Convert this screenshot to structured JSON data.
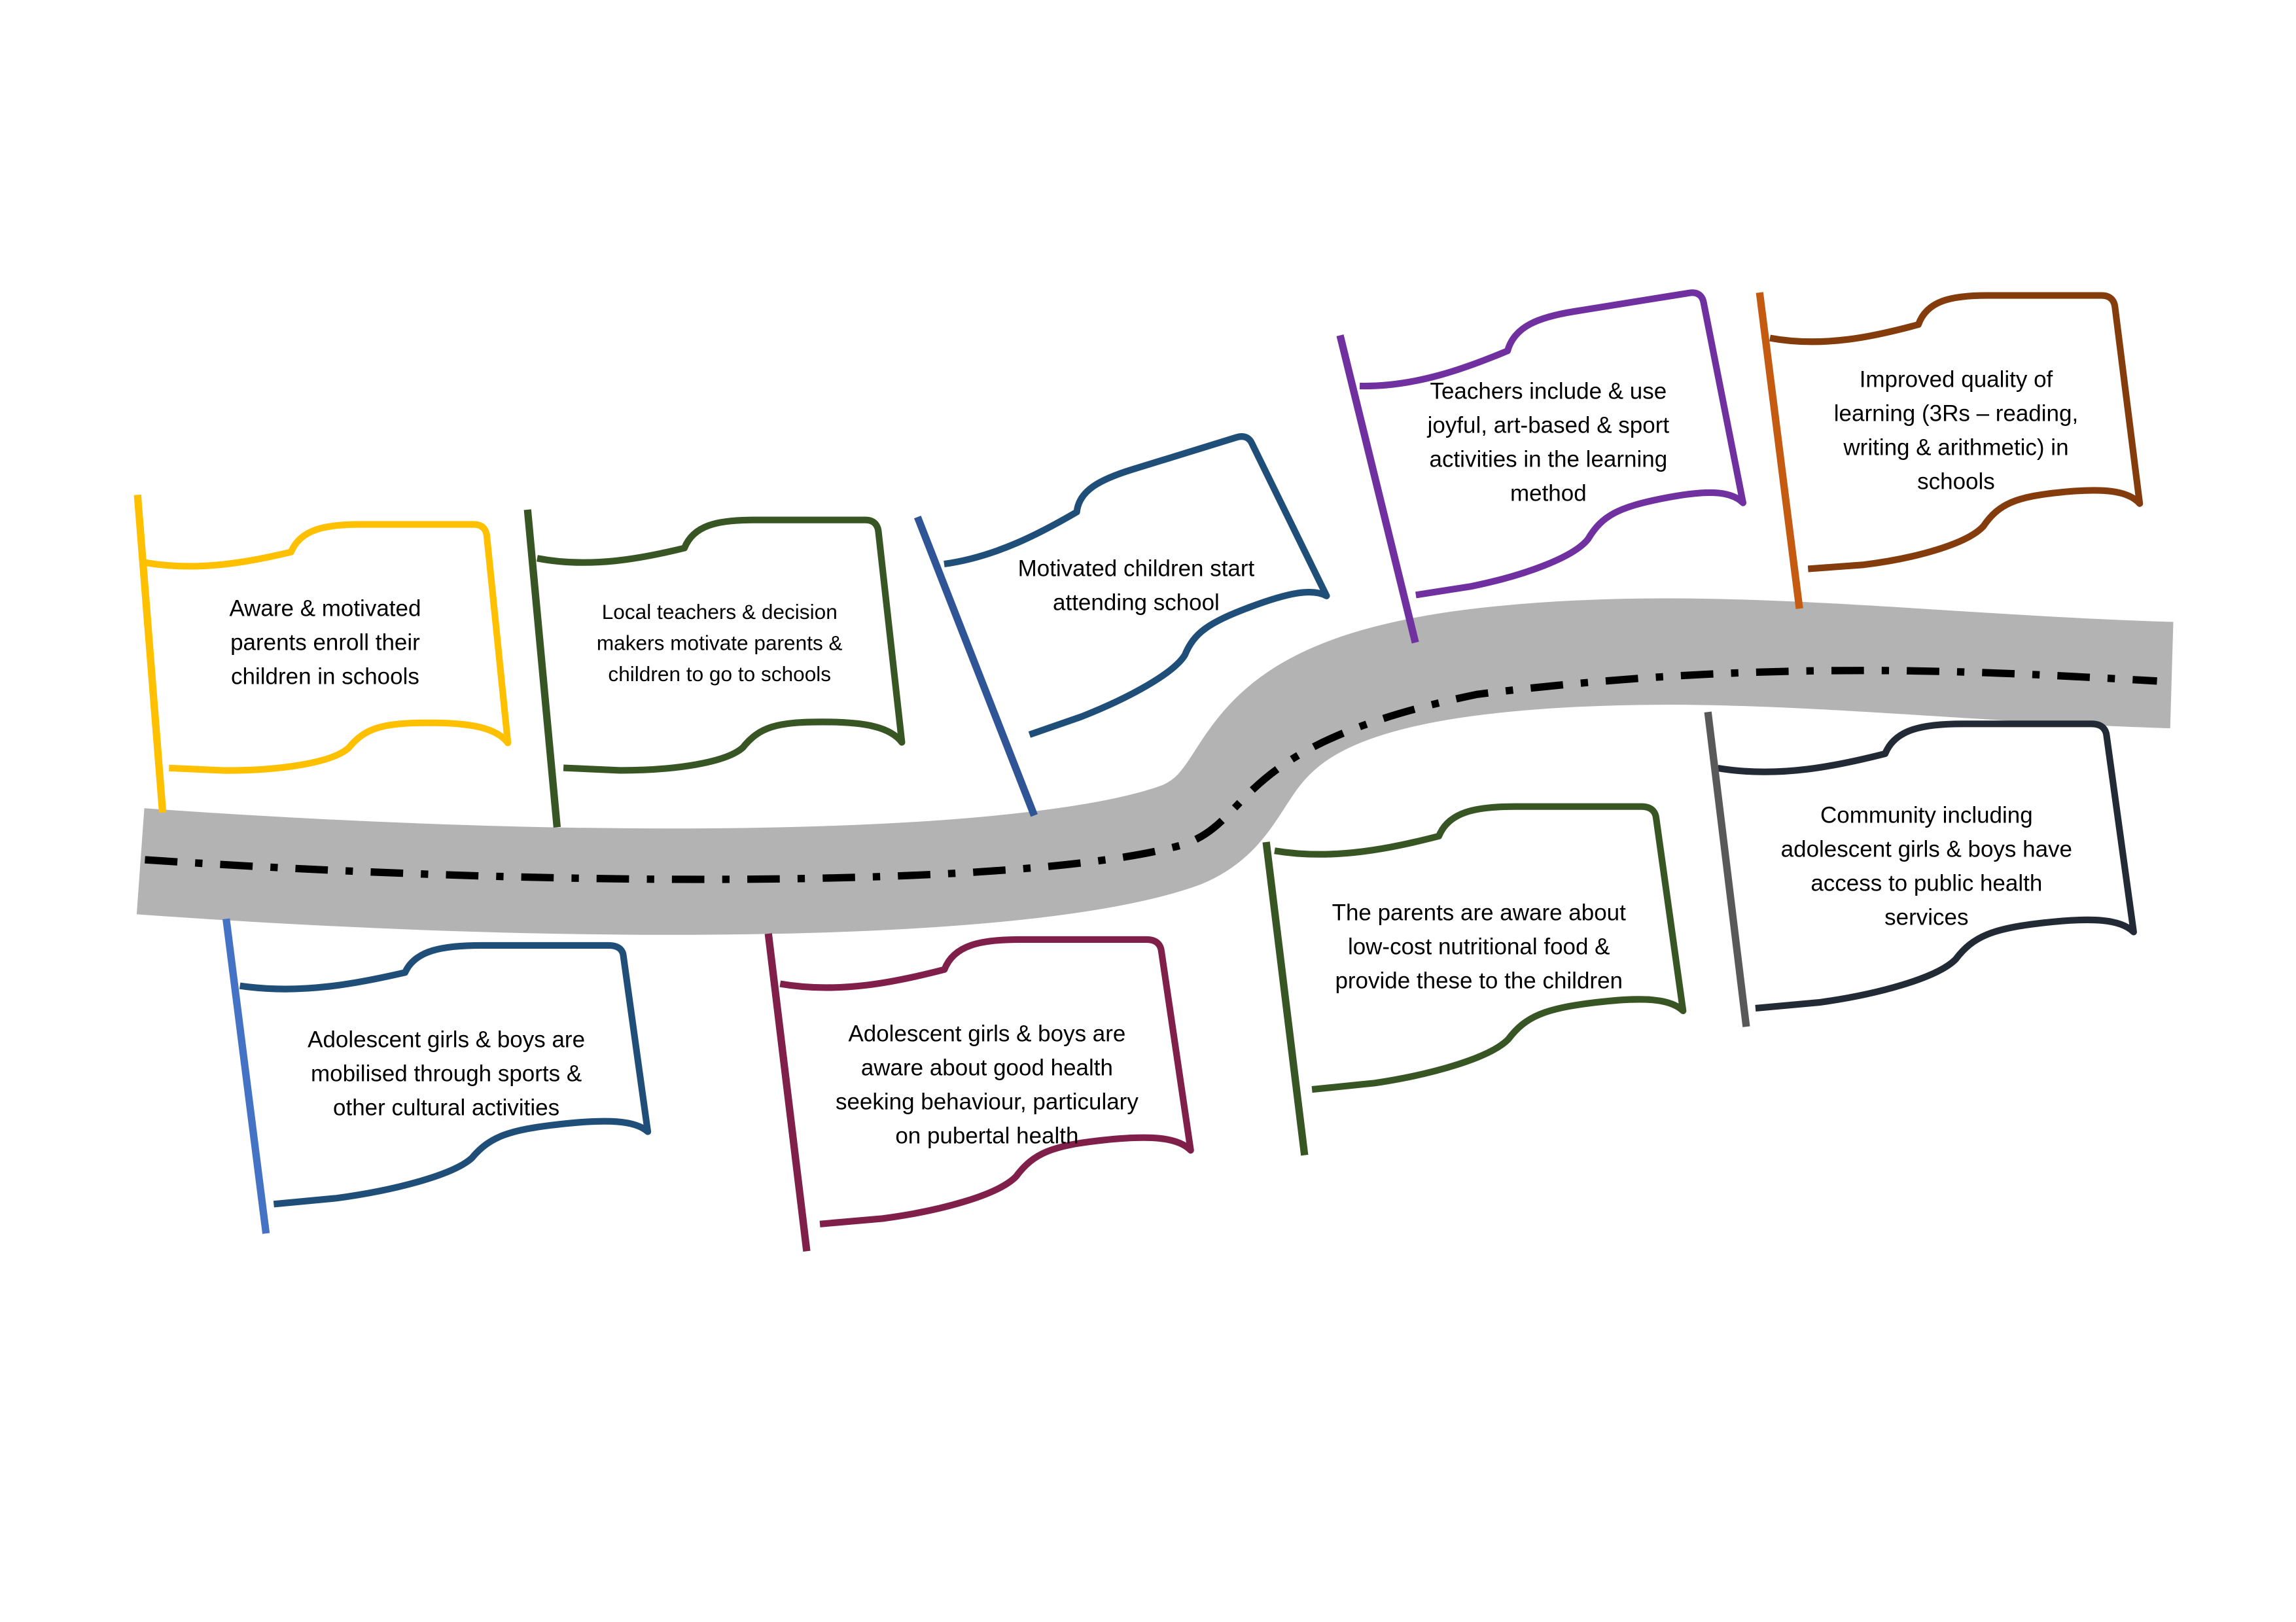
{
  "colors": {
    "road": "#B3B3B3",
    "road_line": "#000000"
  },
  "flags": [
    {
      "id": "parents-enroll",
      "lines": [
        "Aware & motivated",
        "parents enroll their",
        "children in schools"
      ],
      "flag_color": "#FFC000",
      "pole_color": "#FFC000"
    },
    {
      "id": "teachers-motivate",
      "lines": [
        "Local teachers & decision",
        "makers motivate parents &",
        "children to go to schools"
      ],
      "flag_color": "#375623",
      "pole_color": "#375623"
    },
    {
      "id": "children-attend",
      "lines": [
        "Motivated children start",
        "attending school"
      ],
      "flag_color": "#1F4E79",
      "pole_color": "#2F5597"
    },
    {
      "id": "joyful-learning",
      "lines": [
        "Teachers include & use",
        "joyful, art-based & sport",
        "activities in the learning",
        "method"
      ],
      "flag_color": "#7030A0",
      "pole_color": "#7030A0"
    },
    {
      "id": "quality-learning",
      "lines": [
        "Improved quality of",
        "learning (3Rs – reading,",
        "writing & arithmetic) in",
        "schools"
      ],
      "flag_color": "#843C0C",
      "pole_color": "#C55A11"
    },
    {
      "id": "sports-mobilised",
      "lines": [
        "Adolescent girls & boys are",
        "mobilised through sports &",
        "other cultural activities"
      ],
      "flag_color": "#1F4E79",
      "pole_color": "#4472C4"
    },
    {
      "id": "health-aware",
      "lines": [
        "Adolescent girls & boys are",
        "aware about good health",
        "seeking behaviour, particulary",
        "on pubertal health"
      ],
      "flag_color": "#7F1F4A",
      "pole_color": "#7F1F4A"
    },
    {
      "id": "nutrition",
      "lines": [
        "The parents are aware about",
        "low-cost nutritional food &",
        "provide these to the children"
      ],
      "flag_color": "#375623",
      "pole_color": "#375623"
    },
    {
      "id": "public-health",
      "lines": [
        "Community including",
        "adolescent girls & boys have",
        "access to public health",
        "services"
      ],
      "flag_color": "#222A35",
      "pole_color": "#595959"
    }
  ]
}
